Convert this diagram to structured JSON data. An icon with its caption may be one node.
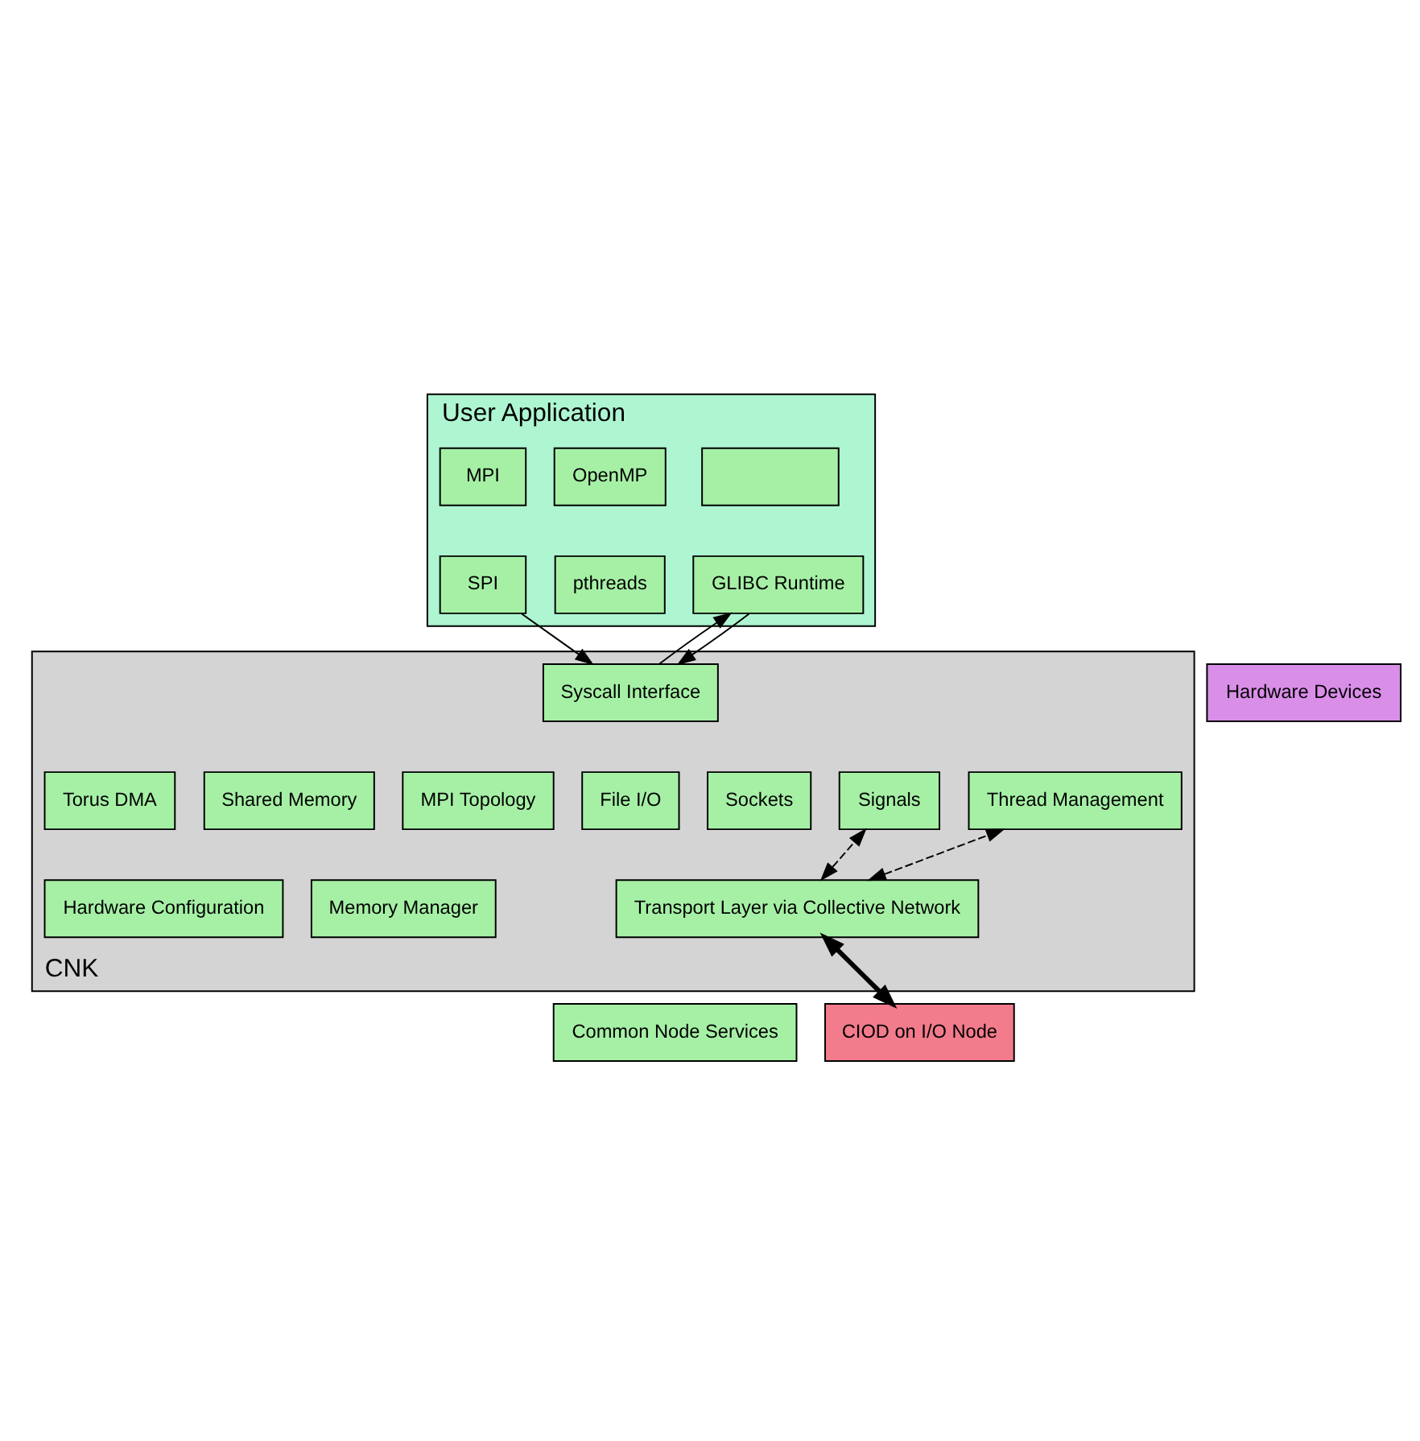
{
  "diagram": {
    "nodes": [
      {
        "text": [
          "User Application"
        ]
      },
      {
        "text": [
          "MPI"
        ],
        "in": 0
      },
      {
        "text": [
          "OpenMP"
        ],
        "in": 0
      },
      {
        "text": [],
        "shape": "box",
        "in": 0
      },
      {
        "text": [
          "SPI"
        ],
        "in": 0
      },
      {
        "text": [
          "pthreads"
        ],
        "in": 0
      },
      {
        "text": [
          "GLIBC Runtime"
        ],
        "in": 0
      },
      {
        "text": [
          "Hardware Devices"
        ]
      },
      {
        "text": [
          "CNK"
        ]
      },
      {
        "text": [
          "Syscall Interface"
        ],
        "in": 8
      },
      {
        "text": [
          "Torus DMA"
        ],
        "in": 8
      },
      {
        "text": [
          "Shared Memory"
        ],
        "in": 8
      },
      {
        "text": [
          "MPI Topology"
        ],
        "in": 8
      },
      {
        "text": [
          "File I/O"
        ],
        "in": 8
      },
      {
        "text": [
          "Sockets"
        ],
        "in": 8
      },
      {
        "text": [
          "Signals"
        ],
        "in": 8
      },
      {
        "text": [
          "Thread Management"
        ],
        "in": 8
      },
      {
        "text": [
          "Hardware Configuration"
        ],
        "in": 8
      },
      {
        "text": [
          "Memory Manager"
        ],
        "in": 8
      },
      {
        "text": [
          "Transport Layer via Collective Network"
        ],
        "in": 8
      },
      {
        "text": [
          "Common Node Services"
        ]
      },
      {
        "text": [
          "CIOD on I/O Node"
        ]
      }
    ],
    "edges": [
      {
        "from": 4,
        "to": 9,
        "arrow": "to"
      },
      {
        "from": 6,
        "to": 9,
        "arrow": "to"
      },
      {
        "from": 9,
        "to": 6,
        "arrow": "to"
      },
      {
        "from": 19,
        "to": 15,
        "arrow": "both",
        "style": "dashed"
      },
      {
        "from": 19,
        "to": 16,
        "arrow": "both",
        "style": "dashed"
      },
      {
        "from": 19,
        "to": 21,
        "arrow": "both",
        "style": "thick"
      }
    ]
  }
}
